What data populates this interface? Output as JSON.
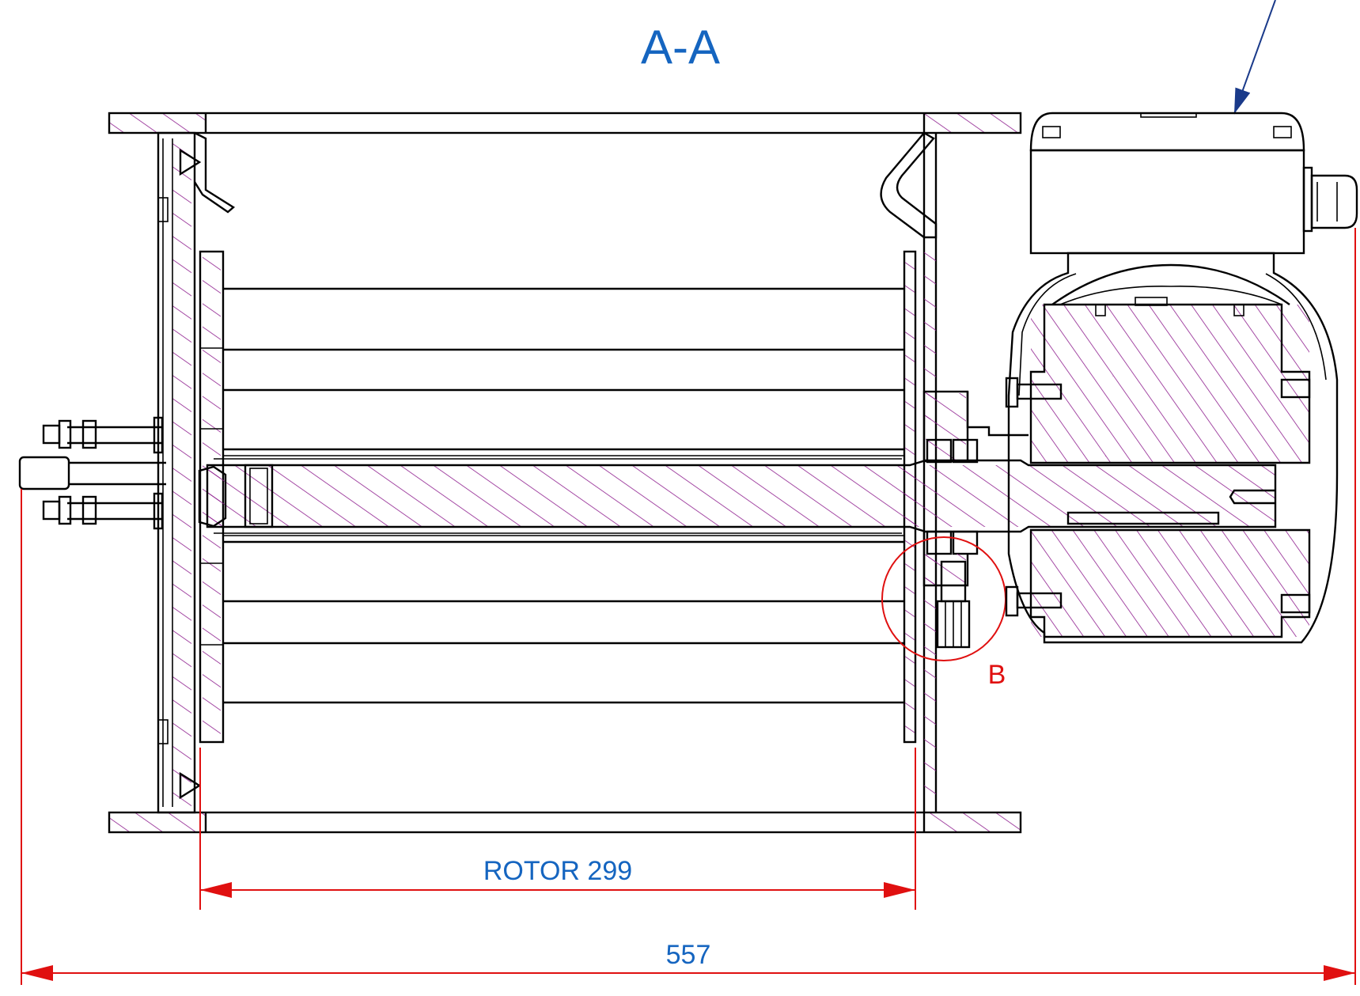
{
  "section_title": "A-A",
  "dimensions": {
    "rotor_label": "ROTOR 299",
    "overall_label": "557"
  },
  "detail_callout": "B",
  "colors": {
    "annotation_text": "#1565c0",
    "dimension_line": "#e01010",
    "hatching": "#8e1e8e",
    "outline": "#000000"
  }
}
